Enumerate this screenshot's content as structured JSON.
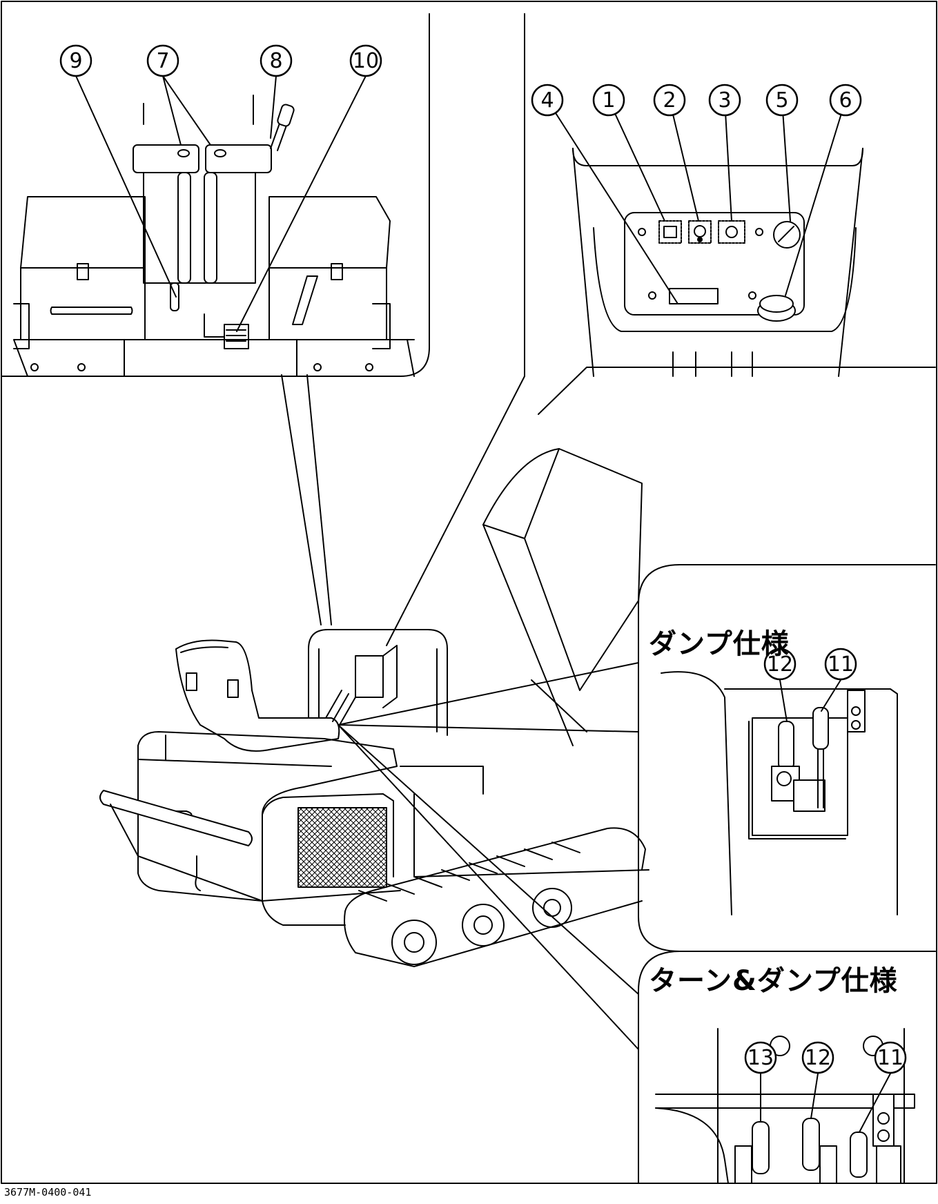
{
  "figure": {
    "figure_id": "3677M-0400-041",
    "insets": {
      "dump_spec": {
        "title": "ダンプ仕様"
      },
      "turn_dump_spec": {
        "title": "ターン&ダンプ仕様"
      }
    },
    "callouts": {
      "c1": "1",
      "c2": "2",
      "c3": "3",
      "c4": "4",
      "c5": "5",
      "c6": "6",
      "c7": "7",
      "c8": "8",
      "c9": "9",
      "c10": "10",
      "c11a": "11",
      "c12a": "12",
      "c11b": "11",
      "c12b": "12",
      "c13": "13"
    }
  }
}
